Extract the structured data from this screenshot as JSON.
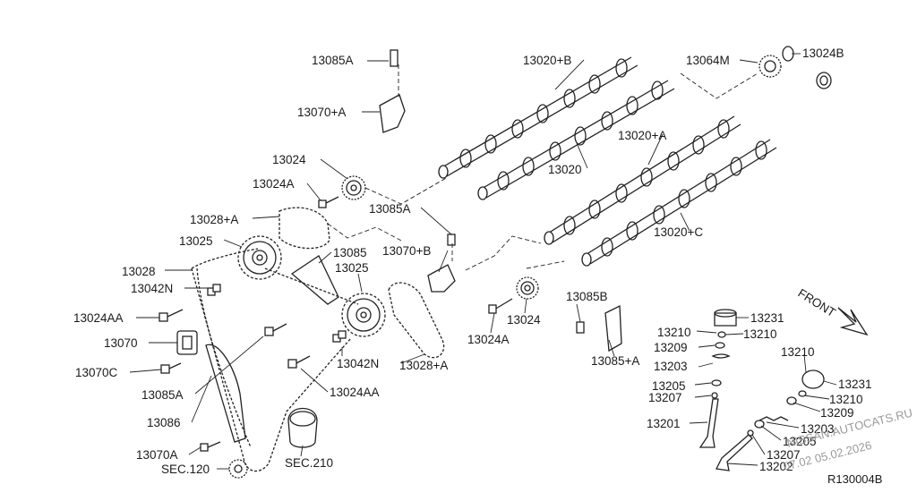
{
  "diagram": {
    "reference_code": "R130004B",
    "watermark_site": "NISSAN.AUTOCATS.RU",
    "watermark_date": "07.02 05.02.2026",
    "front_label": "FRONT",
    "labels": {
      "l13085A_top": "13085A",
      "l13070A_top": "13070+A",
      "l13020B": "13020+B",
      "l13064M": "13064M",
      "l13024B": "13024B",
      "l13024_top": "13024",
      "l13024A_top": "13024A",
      "l13020": "13020",
      "l13020A": "13020+A",
      "l13028A_left": "13028+A",
      "l13085A_mid": "13085A",
      "l13025_left": "13025",
      "l13085": "13085",
      "l13070B": "13070+B",
      "l13025_mid": "13025",
      "l13020C": "13020+C",
      "l13028": "13028",
      "l13042N_left": "13042N",
      "l13024AA_left": "13024AA",
      "l13070": "13070",
      "l13070C": "13070C",
      "l13085A_low": "13085A",
      "l13086": "13086",
      "l13070A_low": "13070A",
      "lSEC120": "SEC.120",
      "lSEC210": "SEC.210",
      "l13042N_mid": "13042N",
      "l13024AA_mid": "13024AA",
      "l13028A_mid": "13028+A",
      "l13024A_low": "13024A",
      "l13024_low": "13024",
      "l13085B": "13085B",
      "l13085A_plus": "13085+A",
      "l13231_a": "13231",
      "l13210_a": "13210",
      "l13210_b": "13210",
      "l13209_a": "13209",
      "l13203_a": "13203",
      "l13205_a": "13205",
      "l13207_a": "13207",
      "l13201": "13201",
      "l13210_c": "13210",
      "l13231_b": "13231",
      "l13210_d": "13210",
      "l13209_b": "13209",
      "l13203_b": "13203",
      "l13205_b": "13205",
      "l13207_b": "13207",
      "l13202": "13202"
    }
  }
}
